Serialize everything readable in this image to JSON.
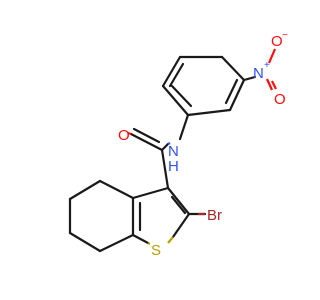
{
  "molecule": {
    "atoms": {
      "carbonyl_oxygen": "O",
      "amide_nitrogen": "N",
      "amide_hydrogen": "H",
      "nitro_nitrogen": "N",
      "nitro_n_charge": "+",
      "nitro_oxygen_top": "O",
      "nitro_o_charge": "−",
      "nitro_oxygen_bottom": "O",
      "thiophene_sulfur": "S",
      "bromine": "Br"
    },
    "colors": {
      "carbon_bond": "#1a1a1a",
      "oxygen": "#ff0d0d",
      "nitrogen": "#3050f8",
      "sulfur": "#b8a000",
      "bromine": "#a62929"
    }
  }
}
